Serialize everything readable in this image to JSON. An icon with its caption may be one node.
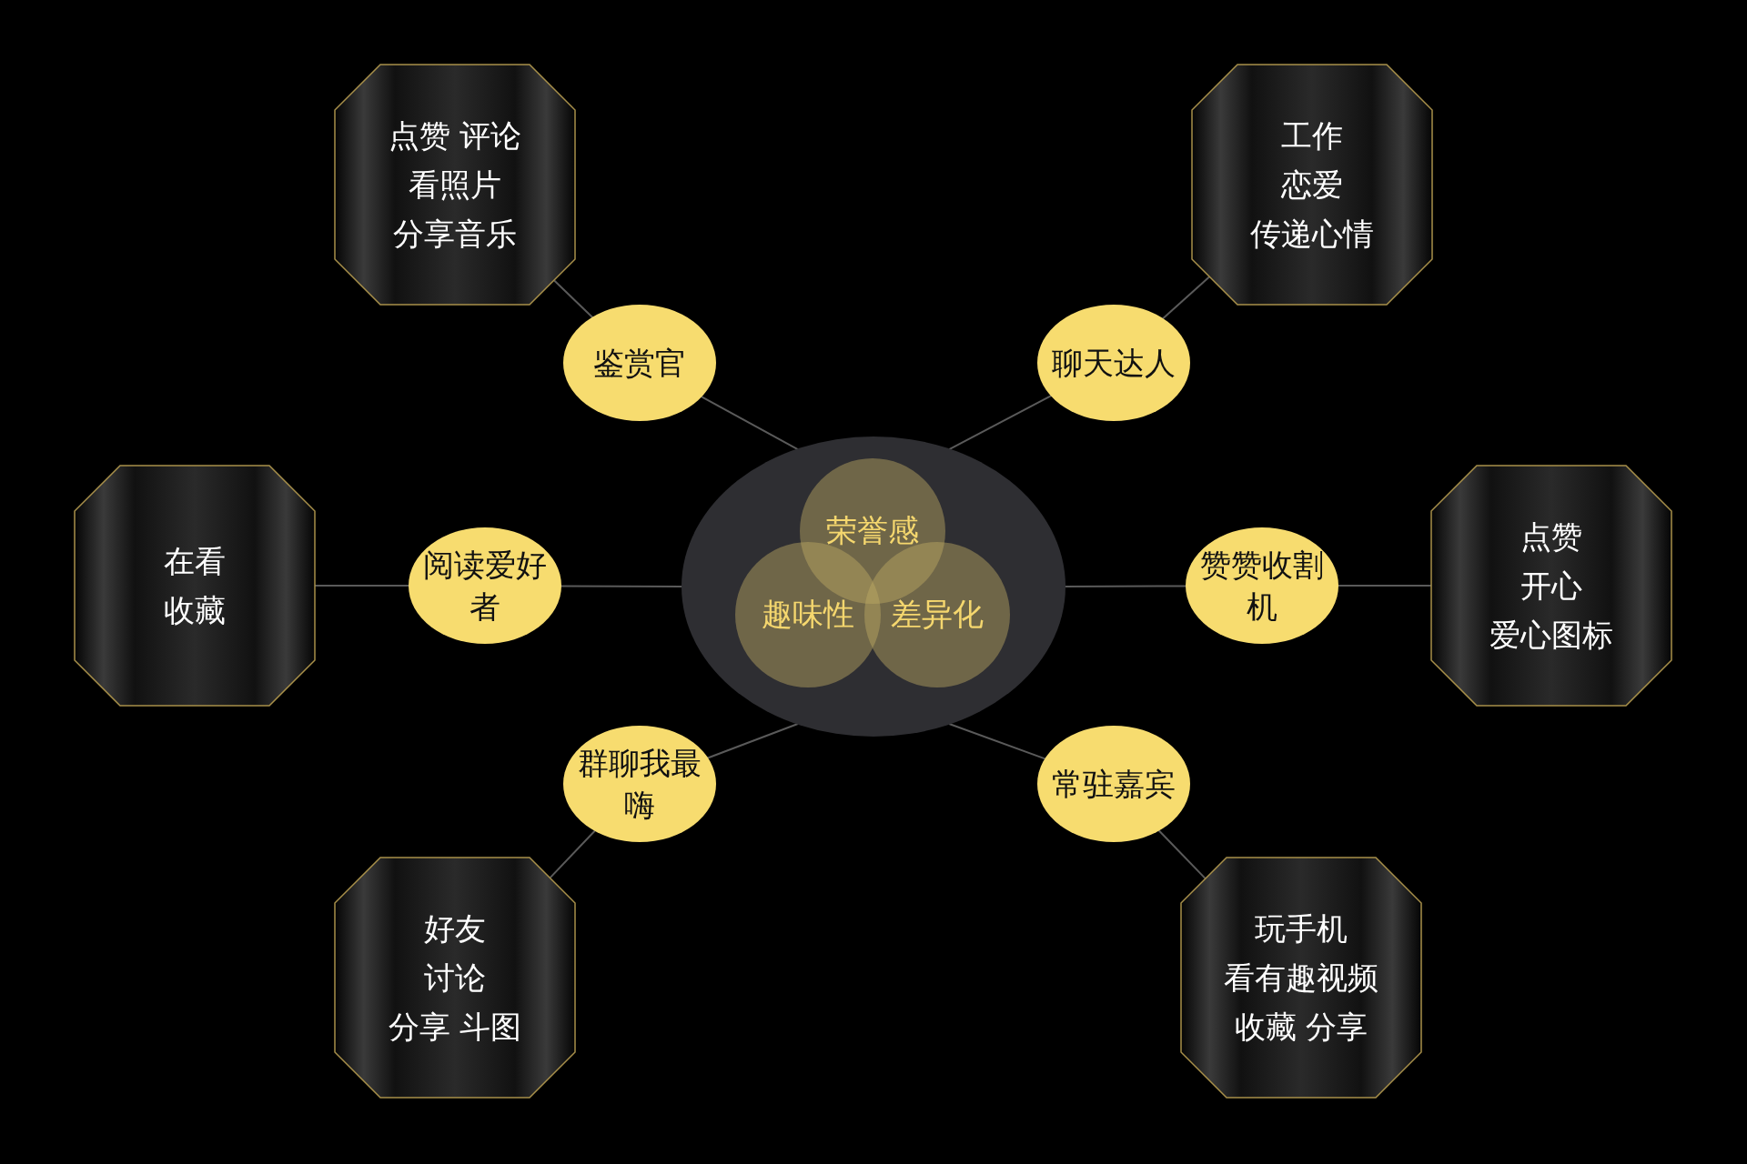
{
  "diagram": {
    "nodes": [
      {
        "text": [],
        "shape": "circle"
      },
      {
        "text": [
          "荣誉感"
        ],
        "in": 0
      },
      {
        "text": [
          "趣味性"
        ],
        "in": 0
      },
      {
        "text": [
          "差异化"
        ],
        "in": 0
      },
      {
        "text": [
          "鉴赏官"
        ]
      },
      {
        "text": [
          "聊天达人"
        ]
      },
      {
        "text": [
          "阅读爱好者"
        ]
      },
      {
        "text": [
          "赞赞收割机"
        ]
      },
      {
        "text": [
          "群聊我最嗨"
        ]
      },
      {
        "text": [
          "常驻嘉宾"
        ]
      },
      {
        "text": [
          "点赞 评论",
          "看照片",
          "分享音乐"
        ]
      },
      {
        "text": [
          "工作",
          "恋爱",
          "传递心情"
        ]
      },
      {
        "text": [
          "在看",
          "收藏"
        ]
      },
      {
        "text": [
          "点赞",
          "开心",
          "爱心图标"
        ]
      },
      {
        "text": [
          "好友",
          "讨论",
          "分享 斗图"
        ]
      },
      {
        "text": [
          "玩手机",
          "看有趣视频",
          "收藏 分享"
        ]
      }
    ],
    "edges": [
      {
        "from": 0,
        "to": 4,
        "arrow": "none"
      },
      {
        "from": 0,
        "to": 5,
        "arrow": "none"
      },
      {
        "from": 0,
        "to": 6,
        "arrow": "none"
      },
      {
        "from": 0,
        "to": 7,
        "arrow": "none"
      },
      {
        "from": 0,
        "to": 8,
        "arrow": "none"
      },
      {
        "from": 0,
        "to": 9,
        "arrow": "none"
      },
      {
        "from": 4,
        "to": 10,
        "arrow": "none"
      },
      {
        "from": 5,
        "to": 11,
        "arrow": "none"
      },
      {
        "from": 6,
        "to": 12,
        "arrow": "none"
      },
      {
        "from": 7,
        "to": 13,
        "arrow": "none"
      },
      {
        "from": 8,
        "to": 14,
        "arrow": "none"
      },
      {
        "from": 9,
        "to": 15,
        "arrow": "none"
      }
    ]
  }
}
